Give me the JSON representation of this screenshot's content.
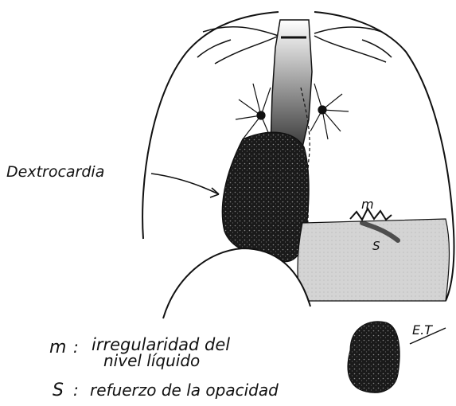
{
  "labels": {
    "pointer": "Dextrocardia",
    "m_marker": "m",
    "s_marker": "S",
    "corner_mark": "E.T"
  },
  "legend": [
    {
      "key": "m",
      "sep": ":",
      "text_line1": "irregularidad del",
      "text_line2": "nivel líquido"
    },
    {
      "key": "S",
      "sep": ":",
      "text_line1": "refuerzo de la opacidad"
    }
  ],
  "colors": {
    "ink": "#111111",
    "heart_fill": "#1a1a1a",
    "effusion_fill": "#cfcfcf",
    "trachea_fill": "#9a9a9a",
    "background": "#ffffff"
  }
}
